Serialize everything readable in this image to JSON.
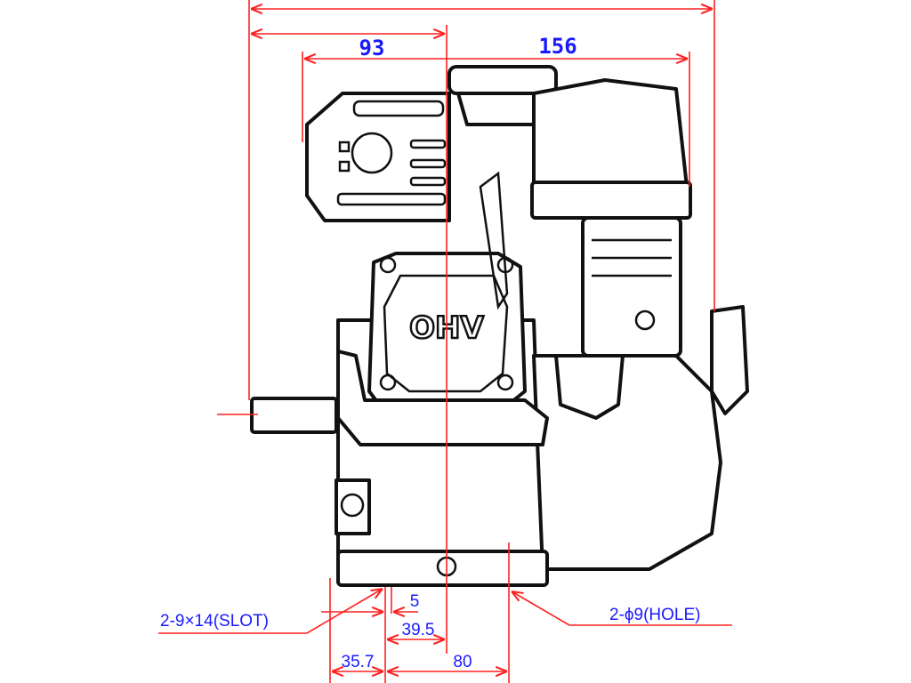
{
  "drawing": {
    "subject": "OHV",
    "dimensions": {
      "left_to_center": "93",
      "center_to_right": "156",
      "slot_offset": "5",
      "slot_to_center": "39.5",
      "edge_to_slot": "35.7",
      "slot_to_hole": "80"
    },
    "callouts": {
      "slot": "2-9×14(SLOT)",
      "hole": "2-ϕ9(HOLE)"
    },
    "colors": {
      "dimension_line": "#ff2020",
      "dimension_text": "#1a1aff",
      "outline": "#111111"
    }
  }
}
